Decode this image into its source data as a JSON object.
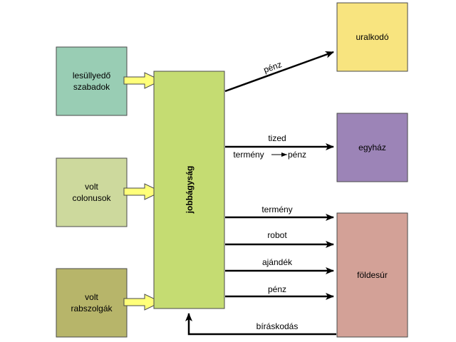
{
  "sources": [
    {
      "lines": [
        "lesüllyedő",
        "szabadok"
      ],
      "color": "#99cdb4"
    },
    {
      "lines": [
        "volt",
        "colonusok"
      ],
      "color": "#cdd99d"
    },
    {
      "lines": [
        "volt",
        "rabszolgák"
      ],
      "color": "#b7b56a"
    }
  ],
  "center": {
    "label": "jobbágyság",
    "color": "#c5dc72"
  },
  "targets": {
    "uralkodo": {
      "label": "uralkodó",
      "color": "#f8e47f"
    },
    "egyhaz": {
      "label": "egyház",
      "color": "#9c84b7"
    },
    "foldesur": {
      "label": "földesúr",
      "color": "#d3a197"
    }
  },
  "flows": {
    "penz_top": "pénz",
    "tized": "tized",
    "termeny_penz_a": "termény",
    "termeny_penz_b": "pénz",
    "termeny": "termény",
    "robot": "robot",
    "ajandek": "ajándék",
    "penz_bottom": "pénz",
    "biraskodas": "bíráskodás"
  },
  "colors": {
    "arrow": "#000000",
    "input_arrow": "#ffff7a",
    "border": "#4a4a4a"
  }
}
